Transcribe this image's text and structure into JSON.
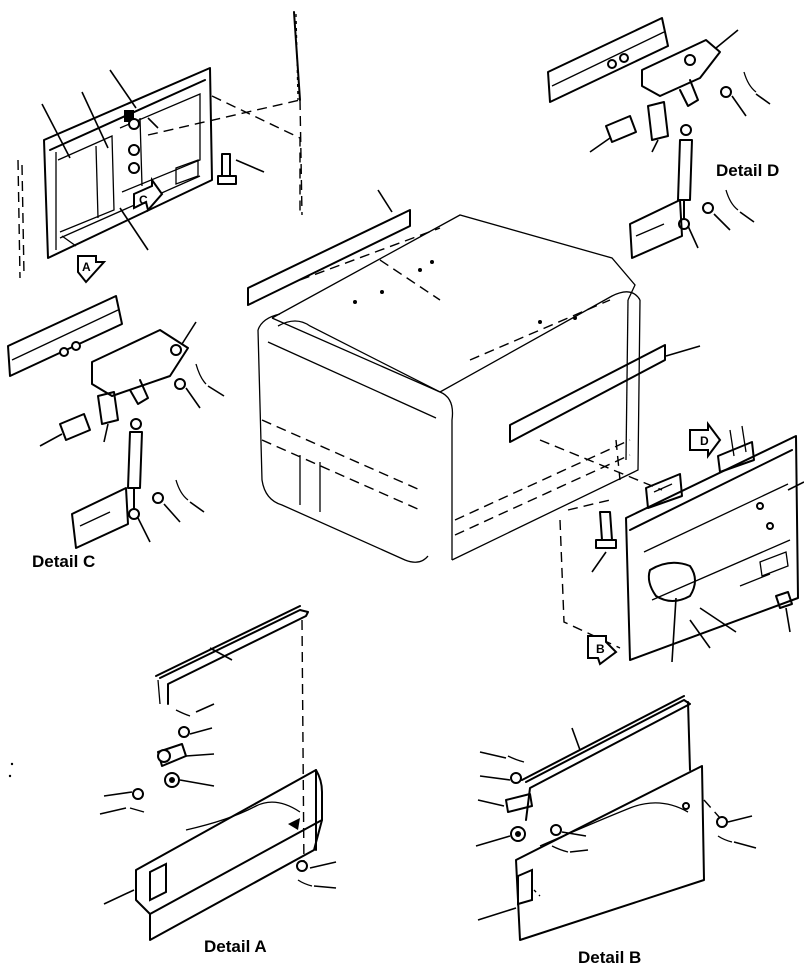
{
  "details": {
    "a": "Detail  A",
    "b": "Detail  B",
    "c": "Detail  C",
    "d": "Detail  D"
  },
  "view_tags": {
    "a": "A",
    "b": "B",
    "c": "C",
    "d": "D"
  },
  "colors": {
    "line": "#000000",
    "background": "#ffffff"
  }
}
